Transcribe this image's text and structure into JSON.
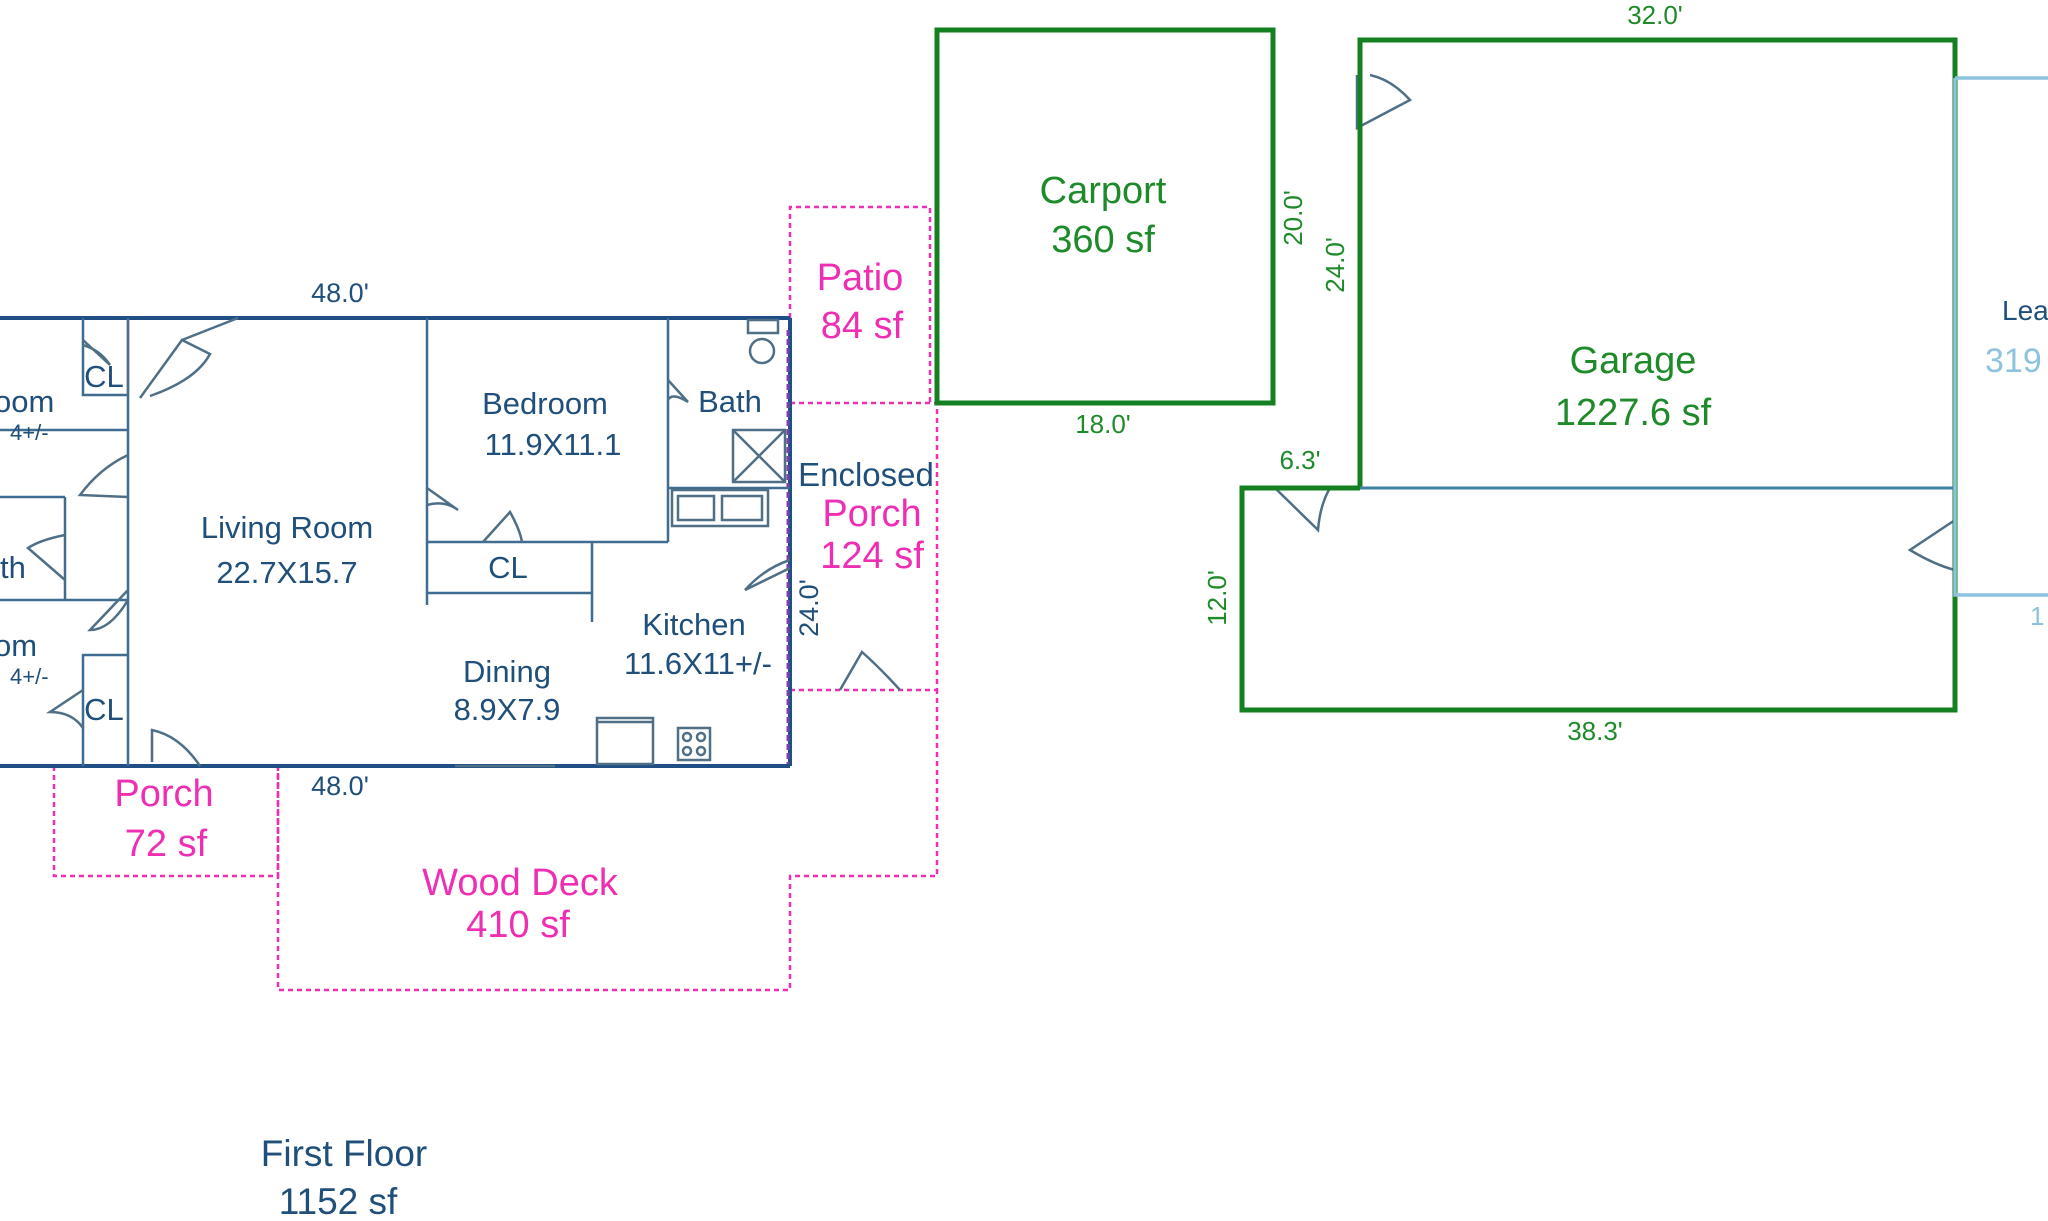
{
  "plan": {
    "first_floor": {
      "title": "First Floor",
      "area": "1152 sf"
    },
    "dims": {
      "house_top": "48.0'",
      "house_bottom": "48.0'",
      "house_side": "24.0'",
      "carport_bottom": "18.0'",
      "carport_side": "20.0'",
      "garage_top": "32.0'",
      "garage_side": "24.0'",
      "garage_notch": "6.3'",
      "garage_left": "12.0'",
      "garage_bottom": "38.3'"
    },
    "rooms": {
      "bedroom_left_name": "oom",
      "bedroom_left_size": "4+/-",
      "bath_left_name": "th",
      "room_left2_name": "om",
      "room_left2_size": "4+/-",
      "closet_top": "CL",
      "closet_bottom": "CL",
      "closet_mid": "CL",
      "living_name": "Living Room",
      "living_size": "22.7X15.7",
      "bedroom_name": "Bedroom",
      "bedroom_size": "11.9X11.1",
      "bath_name": "Bath",
      "kitchen_name": "Kitchen",
      "kitchen_size": "11.6X11+/-",
      "dining_name": "Dining",
      "dining_size": "8.9X7.9"
    },
    "outdoor": {
      "patio_name": "Patio",
      "patio_area": "84 sf",
      "enclosed_name": "Enclosed",
      "enclosed_name2": "Porch",
      "enclosed_area": "124 sf",
      "porch_name": "Porch",
      "porch_area": "72 sf",
      "deck_name": "Wood Deck",
      "deck_area": "410 sf"
    },
    "carport": {
      "name": "Carport",
      "area": "360 sf"
    },
    "garage": {
      "name": "Garage",
      "area": "1227.6 sf"
    },
    "lean": {
      "name": "Lea",
      "area": "319",
      "dim": "1"
    }
  },
  "colors": {
    "house_wall": "#1f4f85",
    "outdoor_dashed": "#ee2fb4",
    "garage_wall": "#148022",
    "lean_to": "#8ec3e0"
  }
}
